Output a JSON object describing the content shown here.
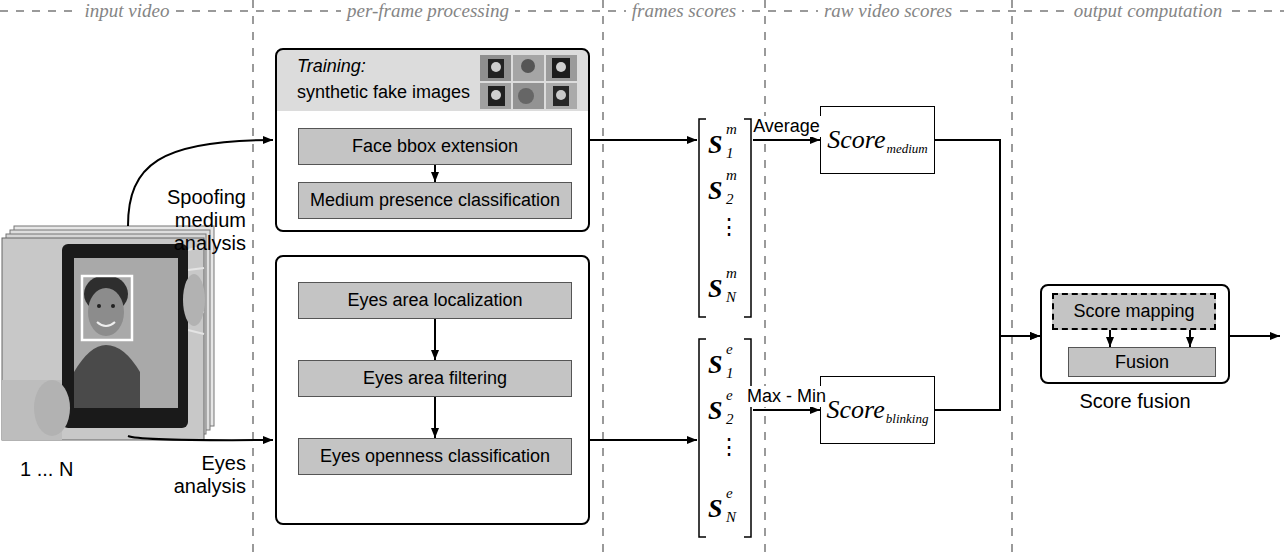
{
  "diagram": {
    "nodes": [
      {
        "text": [
          "Training:",
          "synthetic fake images"
        ]
      },
      {
        "text": [
          "Face bbox extension"
        ],
        "in": 0
      },
      {
        "text": [
          "Medium presence classification"
        ],
        "in": 0
      },
      {
        "text": []
      },
      {
        "text": [
          "Eyes area localization"
        ],
        "in": 3
      },
      {
        "text": [
          "Eyes area filtering"
        ],
        "in": 3
      },
      {
        "text": [
          "Eyes openness classification"
        ],
        "in": 3
      },
      {
        "text": [
          "S",
          "m",
          "1",
          "S",
          "m",
          "2",
          "⋮",
          "S",
          "m",
          "N"
        ]
      },
      {
        "text": [
          "S",
          "e",
          "1",
          "S",
          "e",
          "2",
          "⋮",
          "S",
          "e",
          "N"
        ]
      },
      {
        "text": [
          "Score",
          "medium"
        ]
      },
      {
        "text": [
          "Score",
          "blinking"
        ]
      },
      {
        "text": [
          "Score fusion"
        ]
      },
      {
        "text": [
          "Score mapping"
        ],
        "in": 11
      },
      {
        "text": [
          "Fusion"
        ],
        "in": 11
      }
    ],
    "edges": [
      {
        "from": 1,
        "to": 2,
        "arrow": "to"
      },
      {
        "from": 4,
        "to": 5,
        "arrow": "to"
      },
      {
        "from": 5,
        "to": 6,
        "arrow": "to"
      },
      {
        "from": 0,
        "to": 7,
        "arrow": "to"
      },
      {
        "from": 3,
        "to": 8,
        "arrow": "to"
      },
      {
        "from": 7,
        "to": 9,
        "label": "Average",
        "arrow": "to"
      },
      {
        "from": 8,
        "to": 10,
        "label": "Max - Min",
        "arrow": "to"
      },
      {
        "from": 9,
        "to": 11,
        "arrow": "to"
      },
      {
        "from": 10,
        "to": 11,
        "arrow": "to"
      },
      {
        "from": 12,
        "to": 13,
        "arrow": "to"
      },
      {
        "from": 12,
        "to": 13,
        "arrow": "to"
      }
    ],
    "labels": [
      "input video",
      "per-frame processing",
      "frames scores",
      "raw video scores",
      "output computation",
      "Spoofing medium analysis",
      "Eyes analysis",
      "1 ... N"
    ]
  }
}
